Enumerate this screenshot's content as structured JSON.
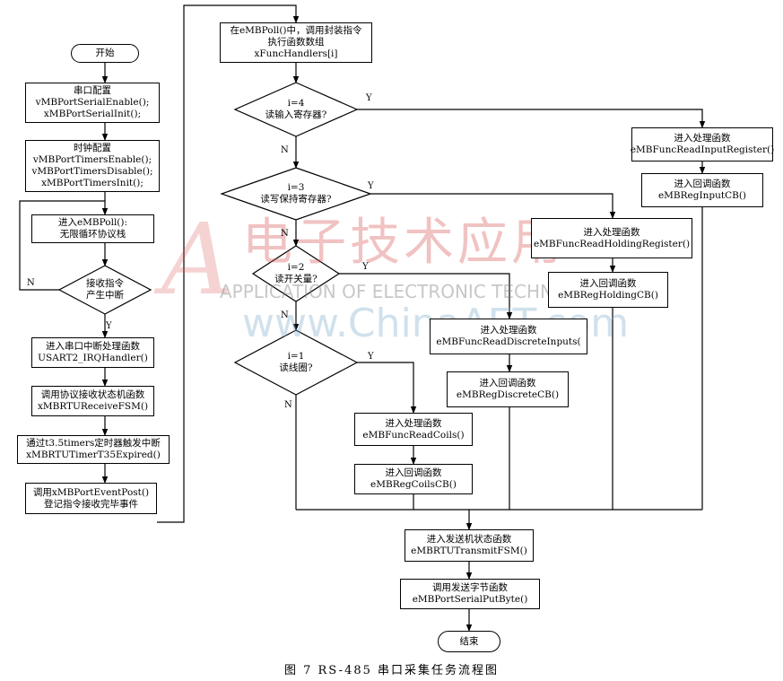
{
  "flowchart": {
    "start": "开始",
    "serial_config": [
      "串口配置",
      "vMBPortSerialEnable();",
      "xMBPortSerialInit();"
    ],
    "timer_config": [
      "时钟配置",
      "vMBPortTimersEnable();",
      "vMBPortTimersDisable();",
      "xMBPortTimersInit();"
    ],
    "enter_poll": [
      "进入eMBPoll():",
      "无限循环协议栈"
    ],
    "recv_decision": [
      "接收指令",
      "产生中断"
    ],
    "enter_isr": [
      "进入串口中断处理函数",
      "USART2_IRQHandler()"
    ],
    "recv_fsm": [
      "调用协议接收状态机函数",
      "xMBRTUReceiveFSM()"
    ],
    "timer_isr": [
      "通过t3.5timers定时器触发中断",
      "xMBRTUTimerT35Expired()"
    ],
    "event_post": [
      "调用xMBPortEventPost()",
      "登记指令接收完毕事件"
    ],
    "call_handlers": [
      "在eMBPoll()中，调用封装指令",
      "执行函数数组",
      "xFuncHandlers[i]"
    ],
    "dec_i4": [
      "i=4",
      "读输入寄存器?"
    ],
    "dec_i3": [
      "i=3",
      "读写保持寄存器?"
    ],
    "dec_i2": [
      "i=2",
      "读开关量?"
    ],
    "dec_i1": [
      "i=1",
      "读线圈?"
    ],
    "input_reg_handler": [
      "进入处理函数",
      "eMBFuncReadInputRegister()"
    ],
    "input_reg_cb": [
      "进入回调函数",
      "eMBRegInputCB()"
    ],
    "holding_handler": [
      "进入处理函数",
      "eMBFuncReadHoldingRegister()"
    ],
    "holding_cb": [
      "进入回调函数",
      "eMBRegHoldingCB()"
    ],
    "discrete_handler": [
      "进入处理函数",
      "eMBFuncReadDiscreteInputs("
    ],
    "discrete_cb": [
      "进入回调函数",
      "eMBRegDiscreteCB()"
    ],
    "coils_handler": [
      "进入处理函数",
      "eMBFuncReadCoils()"
    ],
    "coils_cb": [
      "进入回调函数",
      "eMBRegCoilsCB()"
    ],
    "transmit_fsm": [
      "进入发送机状态函数",
      "eMBRTUTransmitFSM()"
    ],
    "put_byte": [
      "调用发送字节函数",
      "eMBPortSerialPutByte()"
    ],
    "end": "结束",
    "label_y": "Y",
    "label_n": "N"
  },
  "caption": "图 7  RS-485 串口采集任务流程图",
  "watermark": {
    "logo_letter": "A",
    "cn": "电子技术应用",
    "en": "APPLICATION OF ELECTRONIC TECHNIQUE",
    "url": "www.ChinaAET.com"
  }
}
